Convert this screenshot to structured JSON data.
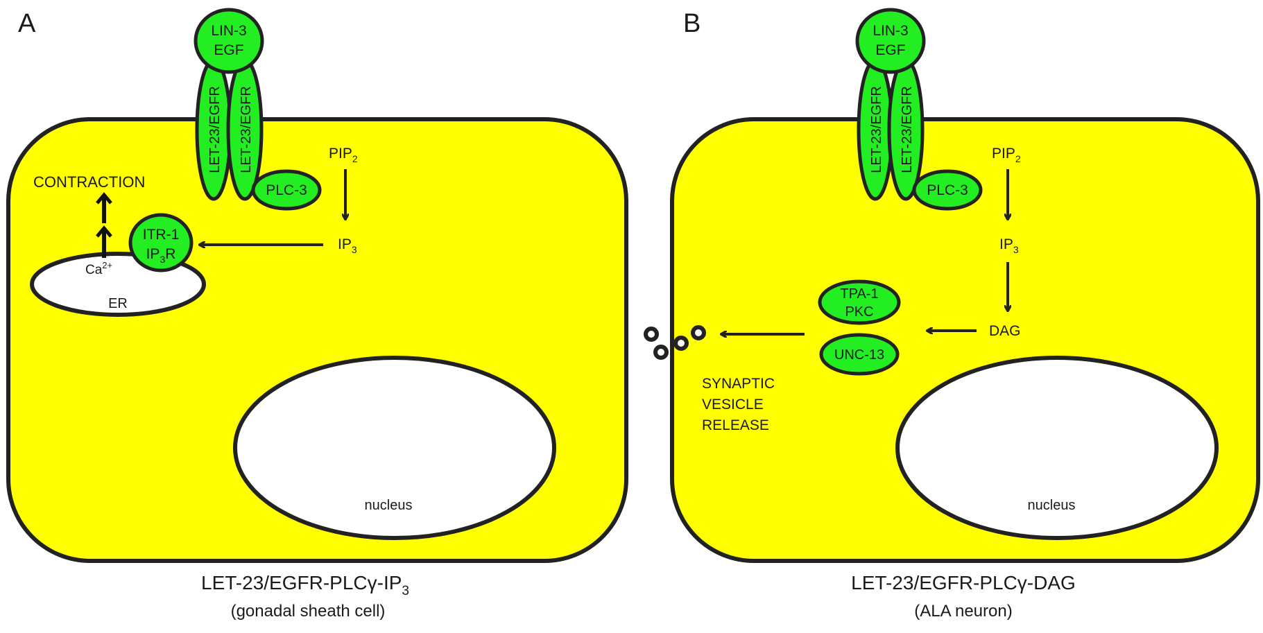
{
  "panel_a": {
    "letter": "A",
    "ligand": {
      "line1": "LIN-3",
      "line2": "EGF"
    },
    "receptor_label": "LET-23/EGFR",
    "plc": "PLC-3",
    "pip2": {
      "base": "PIP",
      "sub": "2"
    },
    "ip3": {
      "base": "IP",
      "sub": "3"
    },
    "itr": {
      "line1": "ITR-1",
      "line2_base": "IP",
      "line2_sub": "3",
      "line2_tail": "R"
    },
    "contraction": "CONTRACTION",
    "ca": {
      "base": "Ca",
      "sup": "2+"
    },
    "er": "ER",
    "nucleus": "nucleus",
    "caption": {
      "main": "LET-23/EGFR-PLCγ-IP",
      "main_sub": "3",
      "sub": "(gonadal sheath cell)"
    }
  },
  "panel_b": {
    "letter": "B",
    "ligand": {
      "line1": "LIN-3",
      "line2": "EGF"
    },
    "receptor_label": "LET-23/EGFR",
    "plc": "PLC-3",
    "pip2": {
      "base": "PIP",
      "sub": "2"
    },
    "ip3": {
      "base": "IP",
      "sub": "3"
    },
    "dag": "DAG",
    "tpa": {
      "line1": "TPA-1",
      "line2": "PKC"
    },
    "unc": "UNC-13",
    "release": {
      "line1": "SYNAPTIC",
      "line2": "VESICLE",
      "line3": "RELEASE"
    },
    "nucleus": "nucleus",
    "caption": {
      "main": "LET-23/EGFR-PLCγ-DAG",
      "sub": "(ALA neuron)"
    }
  }
}
